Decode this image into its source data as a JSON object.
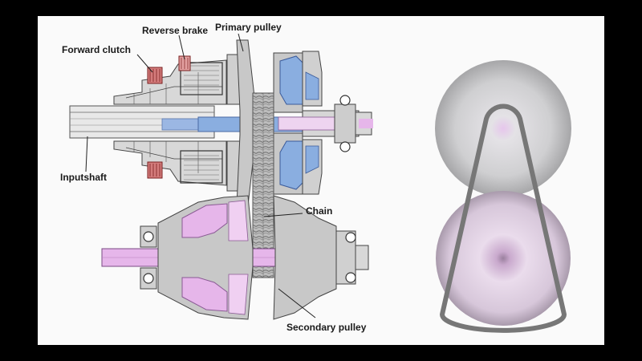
{
  "diagram": {
    "labels": {
      "reverse_brake": "Reverse brake",
      "primary_pulley": "Primary pulley",
      "forward_clutch": "Forward clutch",
      "input_shaft": "Inputshaft",
      "chain": "Chain",
      "secondary_pulley": "Secondary pulley"
    },
    "colors": {
      "background": "#fafafa",
      "frame": "#000000",
      "metal": "#c8c8c8",
      "metal_dark": "#555555",
      "blue_oil": "#8aaee0",
      "pink_oil": "#e6b6ea",
      "clutch_red": "#d47c7c"
    }
  }
}
